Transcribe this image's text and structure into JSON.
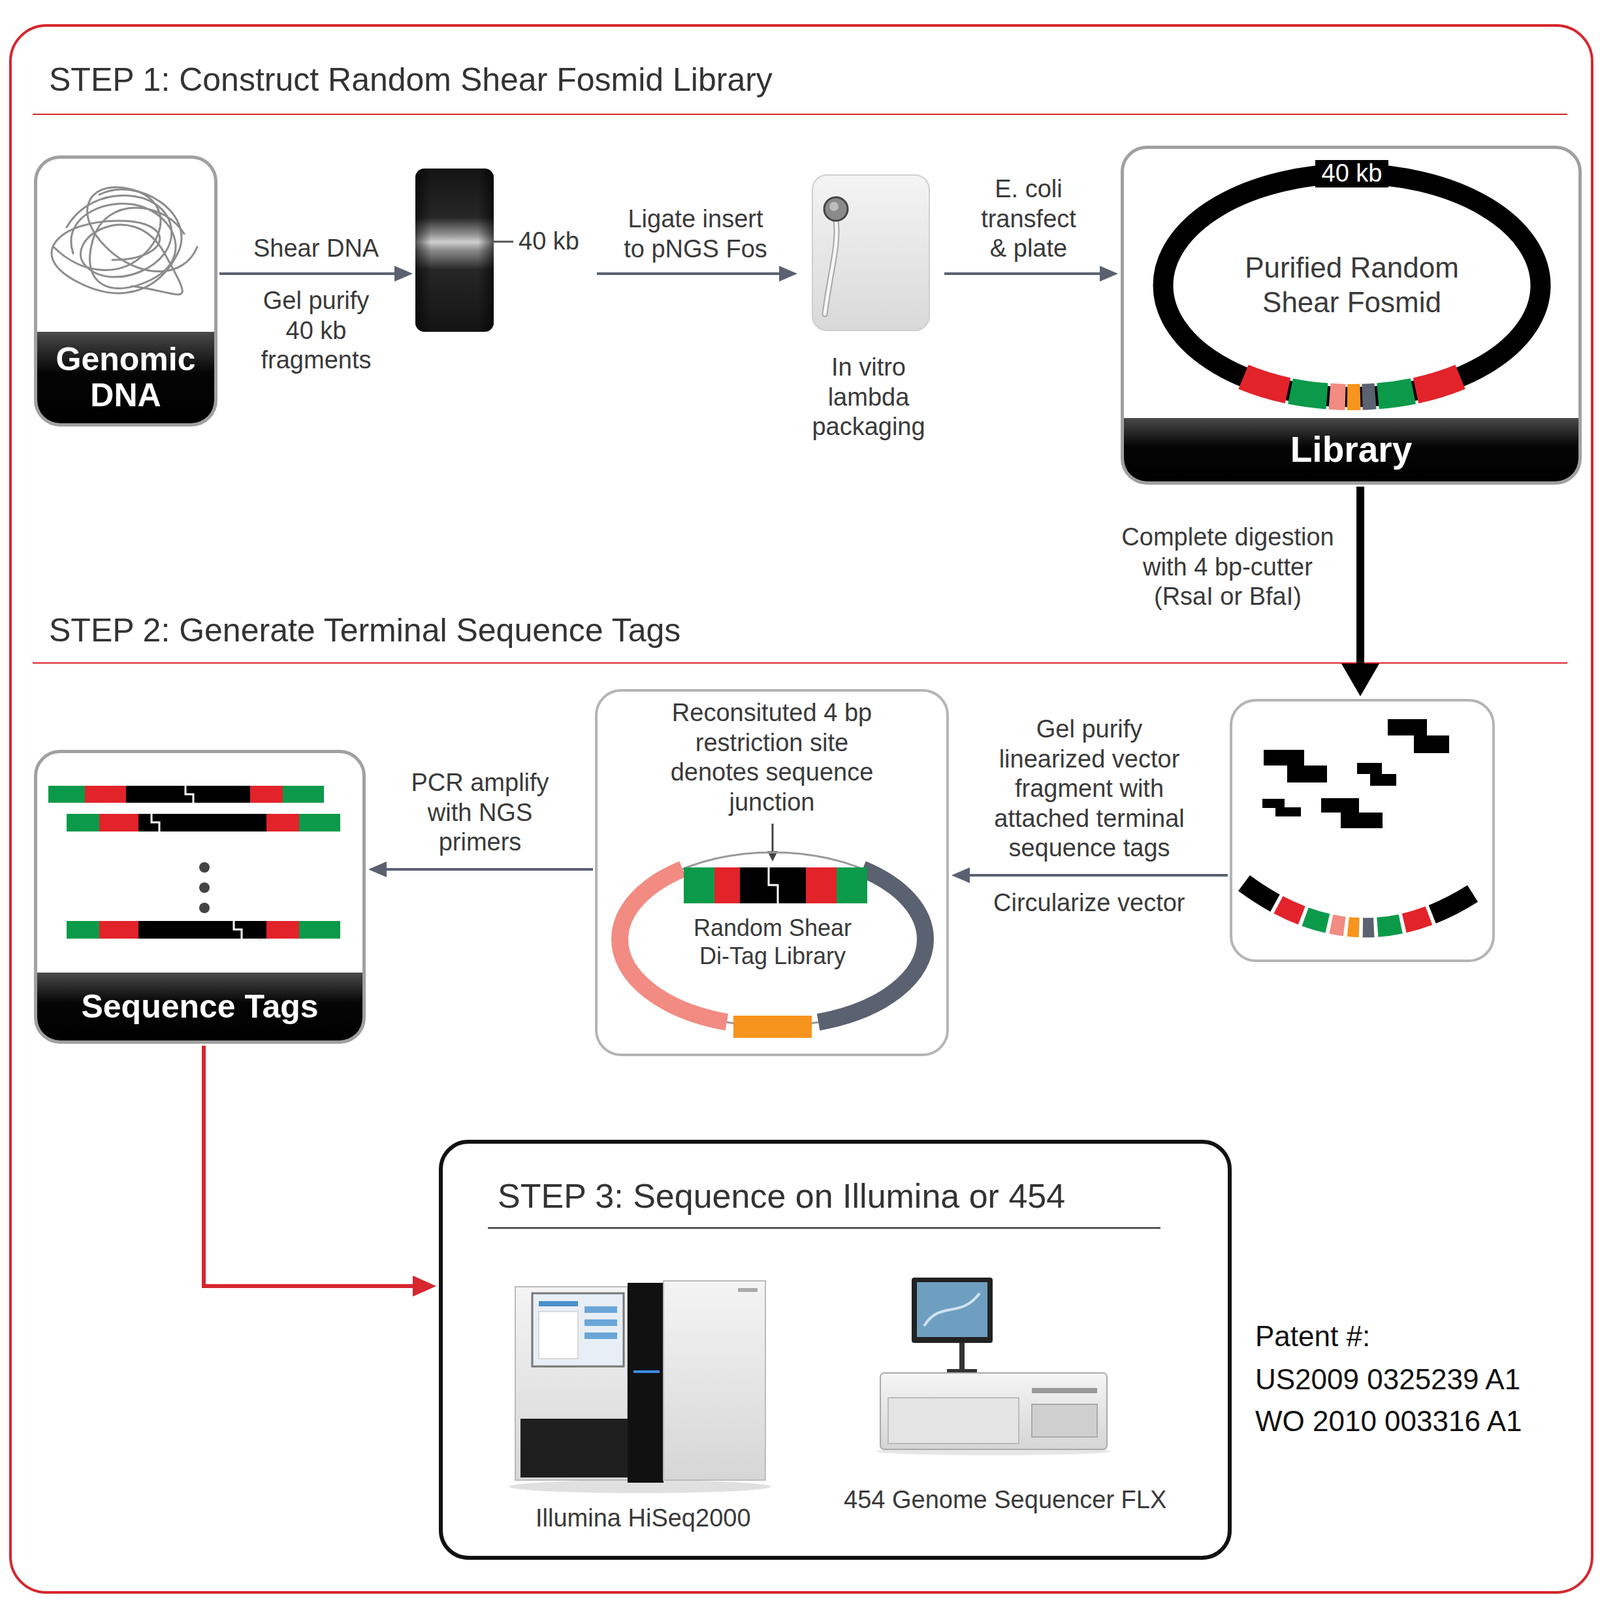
{
  "diagram": {
    "nodes": [
      {
        "text": [
          "Genomic DNA"
        ]
      },
      {
        "text": [
          "40 kb"
        ]
      },
      {
        "text": [
          "In vitro lambda packaging"
        ]
      },
      {
        "text": [
          "40 kb",
          "Purified Random Shear Fosmid",
          "Library"
        ]
      },
      {
        "text": []
      },
      {
        "text": [
          "Reconsituted 4 bp restriction site denotes sequence junction",
          "Random Shear Di-Tag Library"
        ]
      },
      {
        "text": [
          "Sequence Tags"
        ]
      },
      {
        "text": [
          "STEP 3: Sequence on Illumina or 454"
        ]
      },
      {
        "text": [
          "Illumina HiSeq2000"
        ],
        "in": 7
      },
      {
        "text": [
          "454 Genome Sequencer FLX"
        ],
        "in": 7
      }
    ],
    "edges": [
      {
        "from": 0,
        "to": 1,
        "arrow": "to",
        "label": "Shear DNA"
      },
      {
        "from": 1,
        "to": 2,
        "arrow": "to",
        "label": "Ligate insert to pNGS Fos"
      },
      {
        "from": 2,
        "to": 3,
        "arrow": "to",
        "label": "E. coli transfect & plate"
      },
      {
        "from": 3,
        "to": 4,
        "arrow": "to",
        "label": "Complete digestion with 4 bp-cutter (RsaI or BfaI)"
      },
      {
        "from": 4,
        "to": 5,
        "arrow": "to",
        "label": "Gel purify linearized vector fragment with attached terminal sequence tags"
      },
      {
        "from": 5,
        "to": 6,
        "arrow": "to",
        "label": "PCR amplify with NGS primers"
      },
      {
        "from": 6,
        "to": 7,
        "arrow": "to"
      }
    ],
    "labels": [
      "STEP 1: Construct Random Shear Fosmid Library",
      "Gel purify 40 kb fragments",
      "STEP 2: Generate Terminal Sequence Tags",
      "Circularize vector",
      "Patent #:",
      "US2009 0325239 A1",
      "WO 2010 003316 A1"
    ]
  }
}
